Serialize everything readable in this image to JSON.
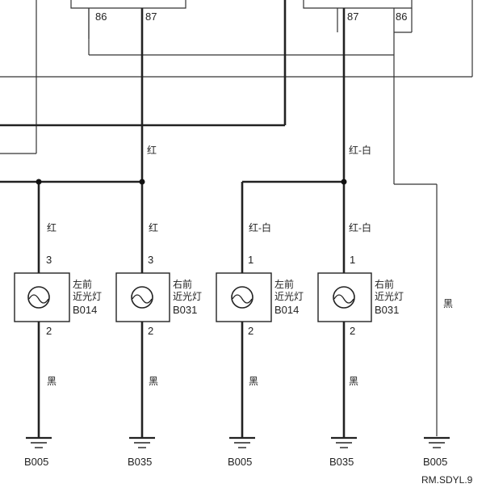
{
  "relay_pins": {
    "left_86": "86",
    "left_87": "87",
    "right_87": "87",
    "right_86": "86"
  },
  "wire_colors": {
    "red": "红",
    "red_white": "红-白",
    "black": "黑"
  },
  "lamps": [
    {
      "name_line1": "左前",
      "name_line2": "近光灯",
      "code": "B014",
      "pin_top": "3",
      "pin_bottom": "2",
      "wire_top": "红",
      "wire_bottom": "黑",
      "ground": "B005"
    },
    {
      "name_line1": "右前",
      "name_line2": "近光灯",
      "code": "B031",
      "pin_top": "3",
      "pin_bottom": "2",
      "wire_top": "红",
      "wire_bottom": "黑",
      "ground": "B035"
    },
    {
      "name_line1": "左前",
      "name_line2": "近光灯",
      "code": "B014",
      "pin_top": "1",
      "pin_bottom": "2",
      "wire_top": "红-白",
      "wire_bottom": "黑",
      "ground": "B005"
    },
    {
      "name_line1": "右前",
      "name_line2": "近光灯",
      "code": "B031",
      "pin_top": "1",
      "pin_bottom": "2",
      "wire_top": "红-白",
      "wire_bottom": "黑",
      "ground": "B035"
    }
  ],
  "right_ground": {
    "wire": "黑",
    "ground": "B005"
  },
  "reference": "RM.SDYL.9"
}
